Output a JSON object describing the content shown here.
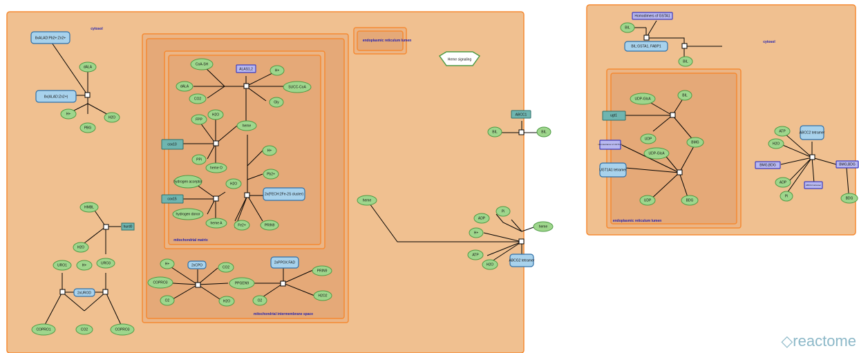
{
  "compartments": {
    "cytosol_left": "cytosol",
    "cytosol_right": "cytosol",
    "er_lumen_top": "endoplasmic reticulum lumen",
    "er_lumen_right": "endoplasmic reticulum lumen",
    "mito_matrix": "mitochondrial matrix",
    "mito_ims": "mitochondrial intermembrane space"
  },
  "nodes": {
    "alad_pb": "8xALAD:Pb2+:Zn2+",
    "alad_zn": "8x(ALAD:Zn2+)",
    "dala1": "dALA",
    "hplus1": "H+",
    "h2o1": "H2O",
    "pbg": "PBG",
    "hmbl": "HMBL",
    "urod_tag": "hurd0",
    "h2o2": "H2O",
    "uro1": "URO1",
    "hplus2": "H+",
    "uro3": "URO3",
    "urod2": "2xUROD",
    "copro1": "COPRO1",
    "co2_1": "CO2",
    "copro3": "COPRO3",
    "coash": "CoA-SH",
    "alas12": "ALAS1,2",
    "hplus3": "H+",
    "dala2": "dALA",
    "succ": "SUCC-CoA",
    "co2_2": "CO2",
    "gly": "Gly",
    "fpp": "FPP",
    "h2o3": "H2O",
    "heme1": "heme",
    "cox10": "cox10",
    "ppi": "PPi",
    "hemeo": "heme O",
    "hacc": "hydrogen acceptor",
    "h2o4": "H2O",
    "cox15": "cox15",
    "hdon": "hydrogen donor",
    "hemea": "heme A",
    "hplus4": "H+",
    "pb2": "Pb2+",
    "fech": "2x(FECH:2Fe-2S cluster)",
    "fe2": "Fe2+",
    "prin9_1": "PRIN9",
    "hplus5": "H+",
    "cpo": "2xCPO",
    "co2_3": "CO2",
    "ppo": "2xPPOX:FAD",
    "copro3b": "COPRO3",
    "pprgn9": "PPGEN9",
    "prin9_2": "PRIN9",
    "o2_1": "O2",
    "h2o5": "H2O",
    "o2_2": "O2",
    "h2o2b": "H2O2",
    "heme_signal": "Heme signaling",
    "heme2": "heme",
    "abcc1": "ABCC1",
    "bil1": "BIL",
    "bil2": "BIL",
    "adp1": "ADP",
    "pi1": "Pi",
    "heme3": "heme",
    "hplus6": "H+",
    "atp1": "ATP",
    "h2o6": "H2O",
    "abcg2": "ABCG2 tetramer",
    "gst": "Homodimers of GSTA1",
    "bil3": "BIL",
    "bilg": "BIL:GSTA1, FABP1",
    "bil4": "BIL",
    "udpgla1": "UDP-GlcA",
    "bil5": "BIL",
    "ugt": "ugt1",
    "udp1": "UDP",
    "bmg1": "BMG",
    "ugt_set": "Homotetramer of UGT1A1",
    "udpgla2": "UDP-GlcA",
    "ugt1a1": "UGT1A1 tetramer",
    "udp2": "UDP",
    "bdg1": "BDG",
    "atp2": "ATP",
    "abcc2": "ABCC2 tetramer",
    "h2o7": "H2O",
    "bmgbdg1": "BMG,BDG",
    "bmgbdg2": "BMG,BDG",
    "adp2": "ADP",
    "abcc2set": "ABCC2 tetramer",
    "pi2": "Pi",
    "bdg2": "BDG"
  },
  "logo": "reactome",
  "colors": {
    "compartment": "#f0c090",
    "border": "#f58a32",
    "entity": "#9ed68c",
    "protein": "#a8d2ec"
  }
}
